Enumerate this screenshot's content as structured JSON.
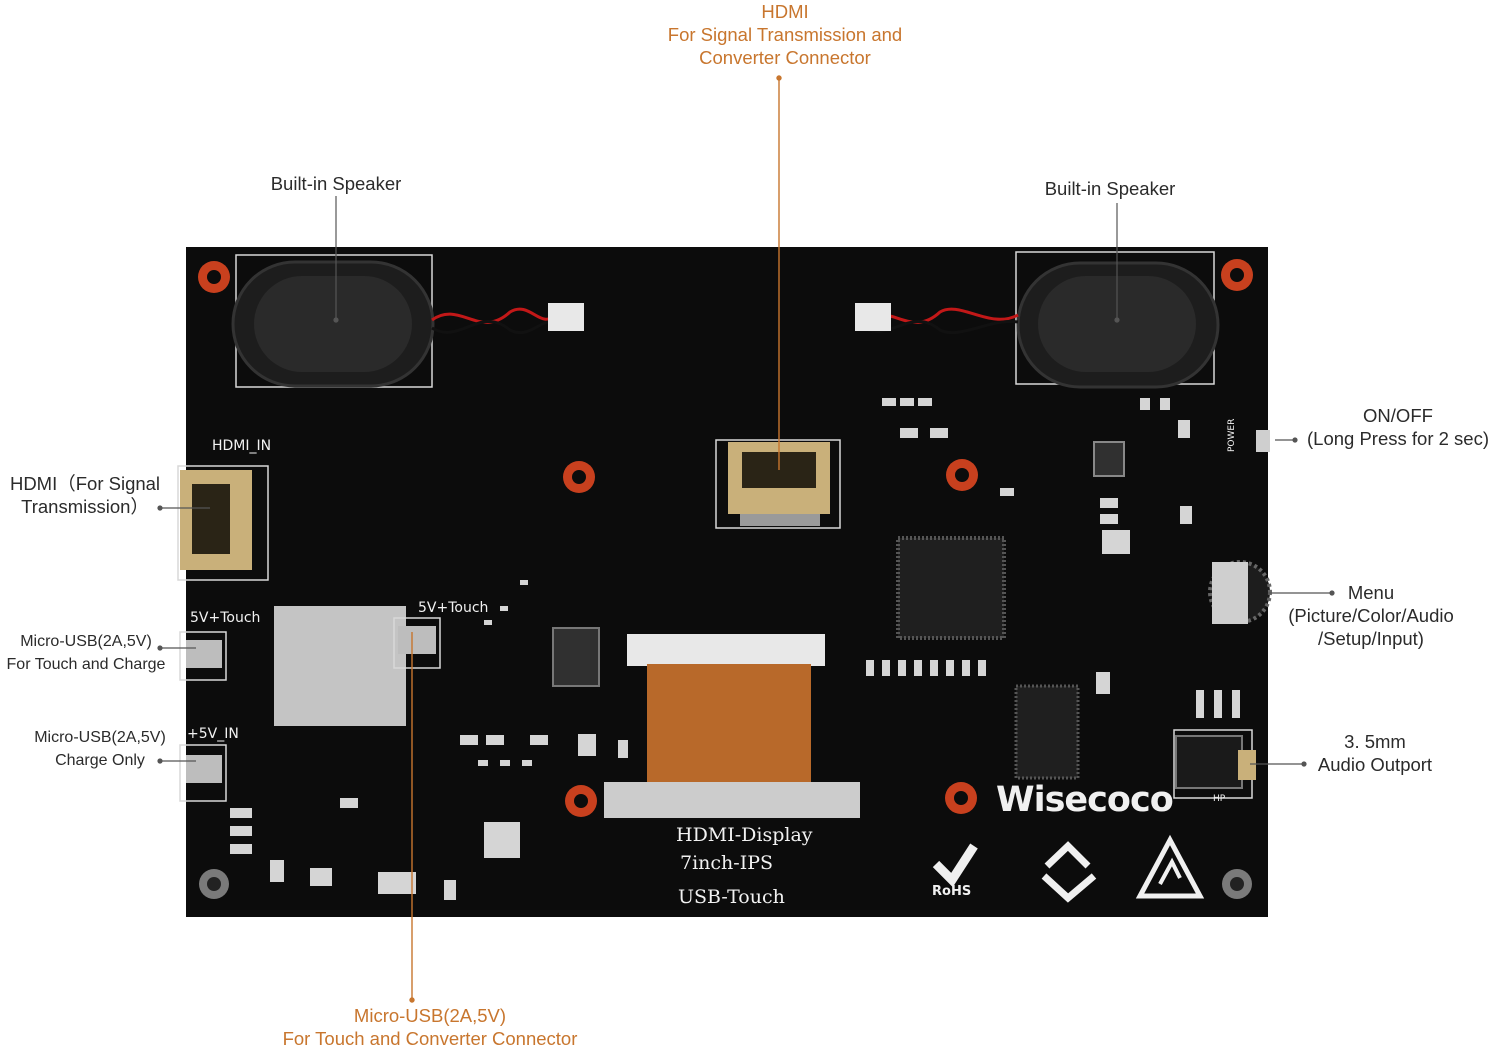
{
  "callouts": {
    "hdmi_top": {
      "line1": "HDMI",
      "line2": "For Signal Transmission and",
      "line3": "Converter Connector"
    },
    "speaker_left": "Built-in Speaker",
    "speaker_right": "Built-in Speaker",
    "hdmi_left": {
      "line1": "HDMI（For Signal",
      "line2": "Transmission）"
    },
    "onoff": {
      "line1": "ON/OFF",
      "line2": "(Long Press for 2 sec)"
    },
    "menu": {
      "line1": "Menu",
      "line2": "(Picture/Color/Audio",
      "line3": "/Setup/Input)"
    },
    "usb_touch_charge": {
      "line1": "Micro-USB(2A,5V)",
      "line2": "For Touch and Charge"
    },
    "usb_charge_only": {
      "line1": "Micro-USB(2A,5V)",
      "line2": "Charge Only"
    },
    "audio": {
      "line1": "3. 5mm",
      "line2": "Audio Outport"
    },
    "usb_bottom": {
      "line1": "Micro-USB(2A,5V)",
      "line2": "For Touch and Converter Connector"
    }
  },
  "board": {
    "hdmi_in": "HDMI_IN",
    "touch_5v": "5V+Touch",
    "touch_5v_2": "5V+Touch",
    "in_5v": "+5V_IN",
    "product": [
      "HDMI-Display",
      "7inch-IPS",
      "USB-Touch"
    ],
    "brand": "Wisecoco",
    "rohs": "RoHS",
    "power": "POWER",
    "hp": "HP"
  },
  "colors": {
    "board": "#0c0c0c",
    "orange_label": "#c8762e",
    "mount_ring": "#c8401e",
    "flex_cable": "#b8692a"
  }
}
